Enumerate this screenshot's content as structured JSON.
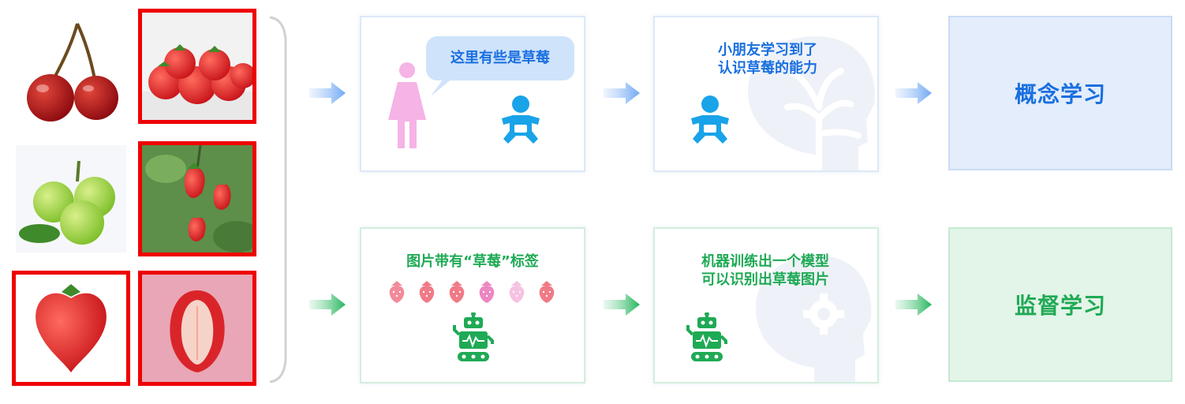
{
  "top_row": {
    "speech_bubble": "这里有些是草莓",
    "learned_text": [
      "小朋友学习到了",
      "认识草莓的能力"
    ],
    "result_label": "概念学习"
  },
  "bottom_row": {
    "label_text": "图片带有“草莓”标签",
    "model_text": [
      "机器训练出一个模型",
      "可以识别出草莓图片"
    ],
    "result_label": "监督学习"
  },
  "photos": [
    {
      "subject": "cherry",
      "selected": false
    },
    {
      "subject": "strawberry-pile",
      "selected": true
    },
    {
      "subject": "green-grape",
      "selected": false
    },
    {
      "subject": "strawberry-plant",
      "selected": true
    },
    {
      "subject": "strawberry-heart",
      "selected": true
    },
    {
      "subject": "strawberry-half",
      "selected": true
    }
  ],
  "colors": {
    "blue_accent": "#1a6fe0",
    "green_accent": "#1faa55",
    "selection_border": "#ee0000",
    "woman_icon": "#f5b3e6",
    "baby_icon": "#19a3e8",
    "robot_icon": "#1faa55"
  },
  "icons": [
    "woman-icon",
    "baby-icon",
    "head-tree-icon",
    "robot-icon",
    "strawberry-icon",
    "head-gear-icon",
    "bracket-icon",
    "arrow-icon"
  ]
}
